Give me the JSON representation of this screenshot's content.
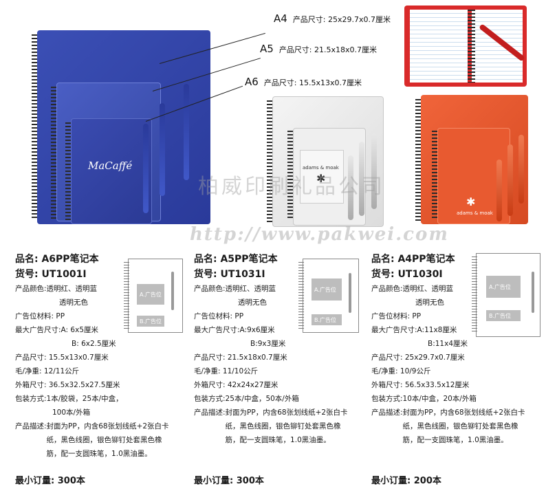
{
  "sizes": [
    {
      "code": "A4",
      "label": "产品尺寸: 25x29.7x0.7厘米"
    },
    {
      "code": "A5",
      "label": "产品尺寸: 21.5x18x0.7厘米"
    },
    {
      "code": "A6",
      "label": "产品尺寸: 15.5x13x0.7厘米"
    }
  ],
  "logos": {
    "blue": "MaCaffé",
    "white": "adams & moak",
    "red": "adams & moak"
  },
  "watermark": {
    "cn": "柏威印刷礼品公司",
    "url": "http://www.pakwei.com"
  },
  "ad_labels": {
    "a": "A.广告位",
    "b": "B.广告位"
  },
  "products": [
    {
      "name": "品名: A6PP笔记本",
      "code": "货号: UT1001I",
      "color_label": "产品颜色: ",
      "color_val": "透明红、透明蓝",
      "color_val2": "透明无色",
      "material": "广告位材料: PP",
      "adsize_label": "最大广告尺寸: ",
      "adsize_a": "A: 6x5厘米",
      "adsize_b": "B: 6x2.5厘米",
      "size": "产品尺寸: 15.5x13x0.7厘米",
      "weight": "毛/净重: 12/11公斤",
      "carton": "外箱尺寸: 36.5x32.5x27.5厘米",
      "pack_label": "包装方式: ",
      "pack_val": "1本/胶袋，25本/中盒，",
      "pack_val2": "100本/外箱",
      "desc_label": "产品描述: ",
      "desc_val": "封面为PP，内含68张划线纸+2张白卡纸，黑色线圈，银色铆钉处套黑色橡筋，配一支圆珠笔，1.0黑油墨。",
      "moq": "最小订量: 300本"
    },
    {
      "name": "品名: A5PP笔记本",
      "code": "货号: UT1031I",
      "color_label": "产品颜色: ",
      "color_val": "透明红、透明蓝",
      "color_val2": "透明无色",
      "material": "广告位材料: PP",
      "adsize_label": "最大广告尺寸: ",
      "adsize_a": "A:9x6厘米",
      "adsize_b": "B:9x3厘米",
      "size": "产品尺寸: 21.5x18x0.7厘米",
      "weight": "毛/净重: 11/10公斤",
      "carton": "外箱尺寸: 42x24x27厘米",
      "pack_label": "包装方式: ",
      "pack_val": "25本/中盒，50本/外箱",
      "pack_val2": "",
      "desc_label": "产品描述: ",
      "desc_val": "封面为PP，内含68张划线纸+2张白卡纸，黑色线圈，银色铆钉处套黑色橡筋，配一支圆珠笔，1.0黑油墨。",
      "moq": "最小订量: 300本"
    },
    {
      "name": "品名: A4PP笔记本",
      "code": "货号: UT1030I",
      "color_label": "产品颜色: ",
      "color_val": "透明红、透明蓝",
      "color_val2": "透明无色",
      "material": "广告位材料: PP",
      "adsize_label": "最大广告尺寸: ",
      "adsize_a": "A:11x8厘米",
      "adsize_b": "B:11x4厘米",
      "size": "产品尺寸: 25x29.7x0.7厘米",
      "weight": "毛/净重: 10/9公斤",
      "carton": "外箱尺寸: 56.5x33.5x12厘米",
      "pack_label": "包装方式: ",
      "pack_val": "10本/中盒，20本/外箱",
      "pack_val2": "",
      "desc_label": "产品描述: ",
      "desc_val": "封面为PP，内含68张划线纸+2张白卡纸，黑色线圈，银色铆钉处套黑色橡筋，配一支圆珠笔，1.0黑油墨。",
      "moq": "最小订量: 200本"
    }
  ]
}
